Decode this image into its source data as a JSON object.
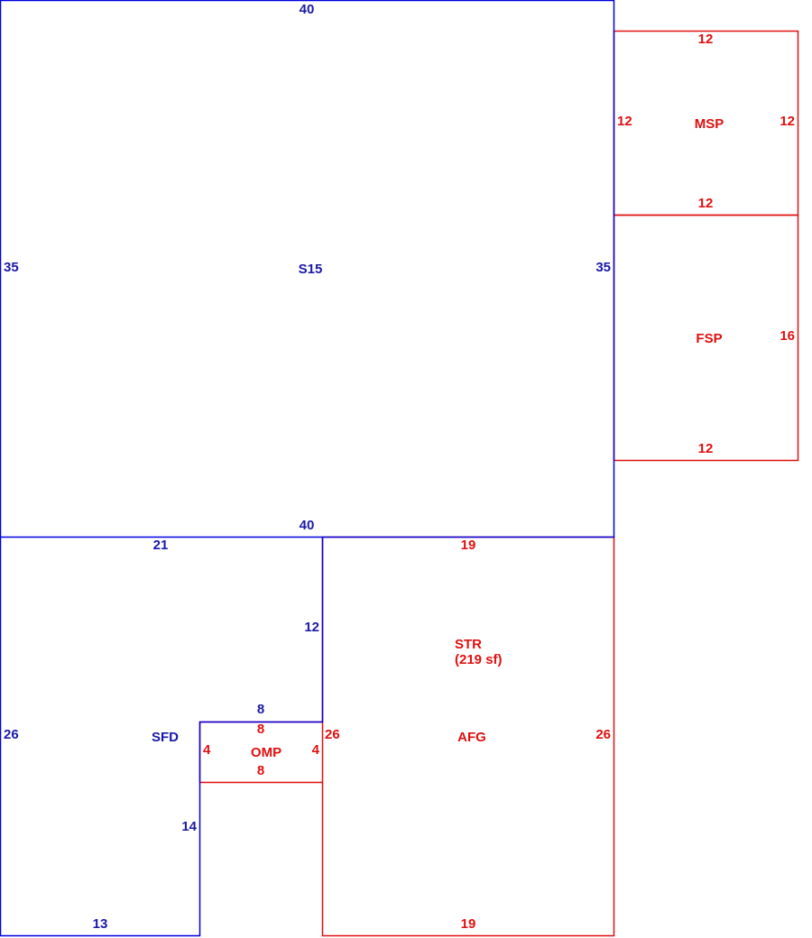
{
  "colors": {
    "main": "#0000e0",
    "addition": "#e01010"
  },
  "areas": {
    "s15": {
      "code": "S15",
      "dims": {
        "top": "40",
        "bottom": "40",
        "left": "35",
        "right": "35"
      }
    },
    "sfd": {
      "code": "SFD",
      "dims": {
        "top": "21",
        "left": "26",
        "bottom": "13",
        "inner_right": "12",
        "notch_top": "8",
        "notch_side": "14"
      }
    },
    "msp": {
      "code": "MSP",
      "dims": {
        "top": "12",
        "bottom": "12",
        "left": "12",
        "right": "12"
      }
    },
    "fsp": {
      "code": "FSP",
      "dims": {
        "right": "16",
        "bottom": "12"
      }
    },
    "afg": {
      "code": "AFG",
      "sub_code": "STR",
      "sub_area": "(219 sf)",
      "dims": {
        "top": "19",
        "bottom": "19",
        "left": "26",
        "right": "26"
      }
    },
    "omp": {
      "code": "OMP",
      "dims": {
        "top": "8",
        "bottom": "8",
        "left": "4",
        "right": "4"
      }
    }
  }
}
